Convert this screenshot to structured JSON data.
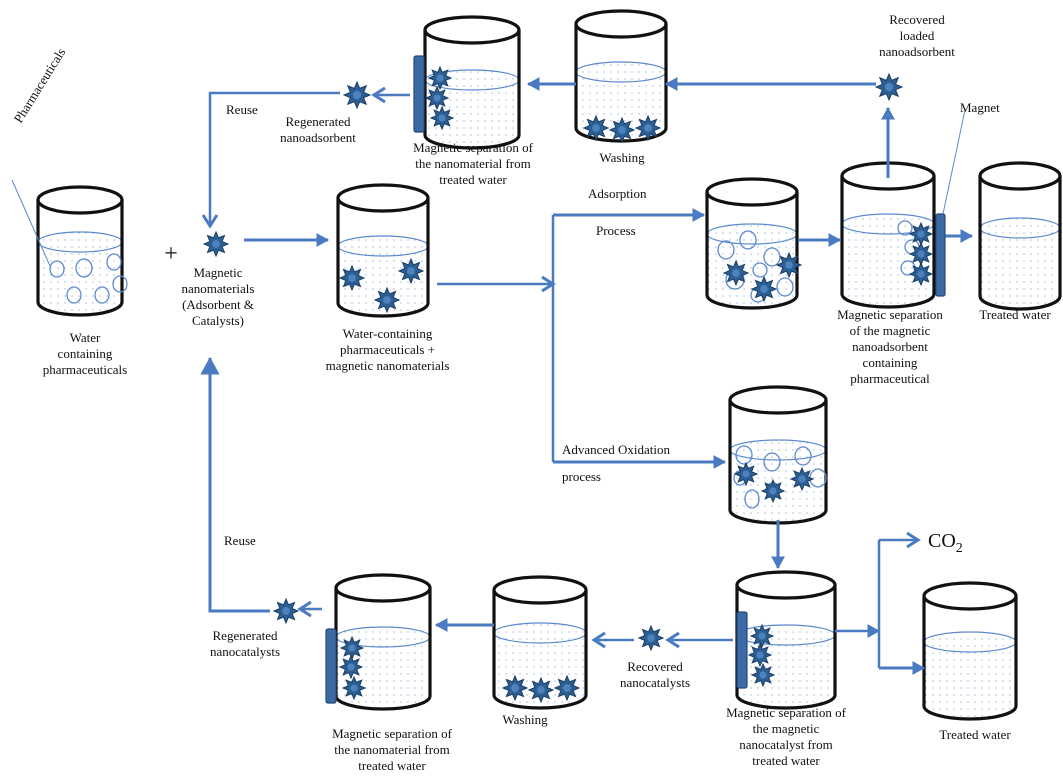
{
  "colors": {
    "arrow": "#4a7ac0",
    "particle": "#2c5f94",
    "particle_outline": "#1b3d66",
    "magnet": "#3c6aa5",
    "water_line": "#5b8ad0",
    "outline": "#111111"
  },
  "labels": {
    "pharmaceuticals": "Pharmaceuticals",
    "water_containing_pharmaceuticals": "Water\ncontaining\npharmaceuticals",
    "plus": "+",
    "magnetic_nanomaterials": "Magnetic\nnanomaterials\n(Adsorbent &\nCatalysts)",
    "water_plus_nanomaterials": "Water-containing\npharmaceuticals +\nmagnetic  nanomaterials",
    "adsorption": "Adsorption",
    "process": "Process",
    "advanced_oxidation": "Advanced Oxidation",
    "process_lower": "process",
    "magnet": "Magnet",
    "recovered_loaded_nanoadsorbent": "Recovered\nloaded\nnanoadsorbent",
    "washing_top": "Washing",
    "mag_sep_top": "Magnetic separation of\nthe nanomaterial from\ntreated water",
    "regenerated_nanoadsorbent": "Regenerated\nnanoadsorbent",
    "reuse_top": "Reuse",
    "mag_sep_adsorbent": "Magnetic separation\nof the magnetic\nnanoadsorbent\ncontaining\npharmaceutical",
    "treated_water_top": "Treated water",
    "co2_main": "CO",
    "co2_sub": "2",
    "treated_water_bottom": "Treated water",
    "mag_sep_catalyst": "Magnetic separation of\nthe magnetic\nnanocatalyst from\ntreated water",
    "recovered_nanocatalysts": "Recovered\nnanocatalysts",
    "washing_bottom": "Washing",
    "mag_sep_bottom": "Magnetic separation of\nthe nanomaterial from\ntreated water",
    "regenerated_nanocatalysts": "Regenerated\nnanocatalysts",
    "reuse_bottom": "Reuse"
  }
}
